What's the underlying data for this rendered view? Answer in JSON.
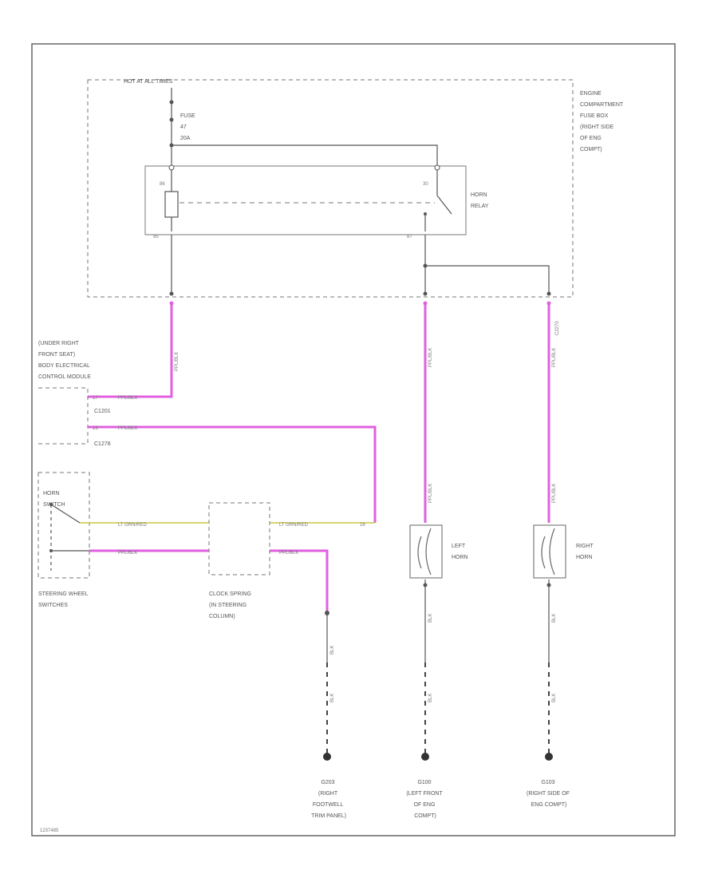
{
  "diagram": {
    "hot_label": "HOT AT ALL TIMES",
    "fuse_lines": [
      "FUSE",
      "47",
      "20A"
    ],
    "engine_box_lines": [
      "ENGINE",
      "COMPARTMENT",
      "FUSE BOX",
      "(RIGHT SIDE",
      "OF ENG",
      "COMPT)"
    ],
    "relay_lines": [
      "HORN",
      "RELAY"
    ],
    "relay_pin_86": "86",
    "relay_pin_30": "30",
    "relay_pin_85": "85",
    "relay_pin_87": "87",
    "bcm_lines": [
      "(UNDER RIGHT",
      "FRONT SEAT)",
      "BODY ELECTRICAL",
      "CONTROL MODULE"
    ],
    "conn_c1201": "C1201",
    "conn_c1278": "C1278",
    "pin_17": "17",
    "pin_16": "16",
    "c2270": "C2270",
    "horn_switch_lines": [
      "HORN",
      "SWITCH"
    ],
    "steering_lines": [
      "STEERING WHEEL",
      "SWITCHES"
    ],
    "clock_spring_lines": [
      "CLOCK SPRING",
      "(IN STEERING",
      "COLUMN)"
    ],
    "left_horn_lines": [
      "LEFT",
      "HORN"
    ],
    "right_horn_lines": [
      "RIGHT",
      "HORN"
    ],
    "wire_ppl_blk": "PPL/BLK",
    "wire_lt_grn_red": "LT GRN/RED",
    "wire_blk": "BLK",
    "g203_lines": [
      "G203",
      "(RIGHT",
      "FOOTWELL",
      "TRIM PANEL)"
    ],
    "g100_lines": [
      "G100",
      "(LEFT FRONT",
      "OF ENG",
      "COMPT)"
    ],
    "g103_lines": [
      "G103",
      "(RIGHT SIDE OF",
      "ENG COMPT)"
    ],
    "footer_code": "1237485"
  }
}
